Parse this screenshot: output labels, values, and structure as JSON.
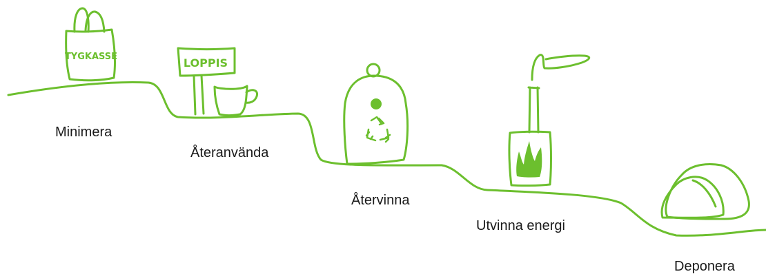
{
  "colors": {
    "accent": "#6cbf2e",
    "text": "#1a1a1a"
  },
  "steps": [
    {
      "label": "Minimera",
      "illustration": "tote-bag"
    },
    {
      "label": "Återanvända",
      "illustration": "loppis-sign-and-cup"
    },
    {
      "label": "Återvinna",
      "illustration": "recycling-bin"
    },
    {
      "label": "Utvinna energi",
      "illustration": "incinerator-chimney"
    },
    {
      "label": "Deponera",
      "illustration": "landfill-rocks"
    }
  ],
  "bag_text": "TYGKASSE",
  "sign_text": "LOPPIS"
}
